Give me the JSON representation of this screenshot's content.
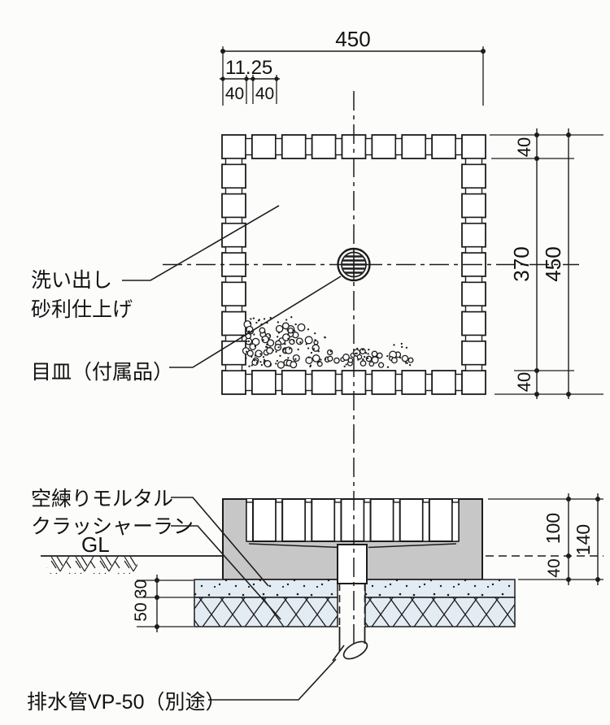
{
  "labels": {
    "wash_finish_line1": "洗い出し",
    "wash_finish_line2": "砂利仕上げ",
    "drain_plate": "目皿（付属品）",
    "dry_mortar": "空練りモルタル",
    "crusher_run": "クラッシャーラン",
    "ground_level": "GL",
    "drain_pipe": "排水管VP-50（別途）"
  },
  "dimensions": {
    "plan": {
      "overall_top": "450",
      "joint_width": "11.25",
      "block_left": "40",
      "block_right": "40",
      "right_top": "40",
      "right_inner": "370",
      "right_overall": "450",
      "right_bottom": "40"
    },
    "section": {
      "above_gl": "100",
      "below_gl": "40",
      "overall_height": "140",
      "mortar_thickness": "30",
      "crusher_thickness": "50"
    }
  },
  "colors": {
    "line": "#1c1c1c",
    "concrete": "#c7c7c7",
    "layer": "#e3ebf3",
    "background": "#fcfcfb"
  }
}
